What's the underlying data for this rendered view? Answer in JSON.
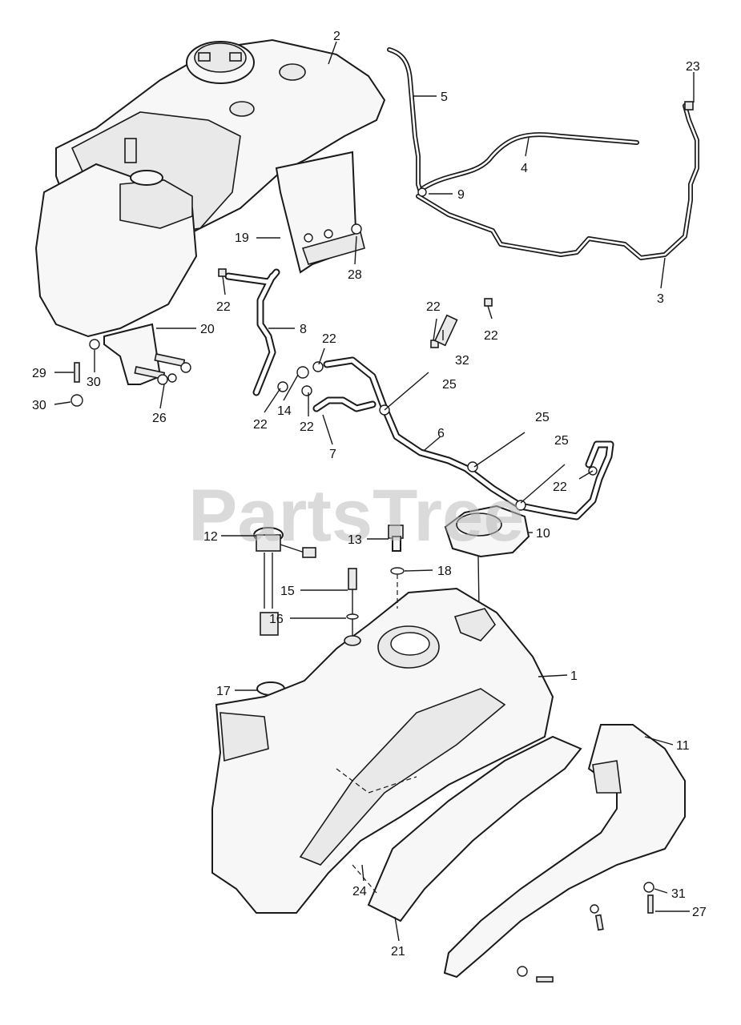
{
  "watermark": "PartsTree",
  "callouts": {
    "c1": "1",
    "c2": "2",
    "c3": "3",
    "c4": "4",
    "c5": "5",
    "c6": "6",
    "c7": "7",
    "c8": "8",
    "c9": "9",
    "c10": "10",
    "c11": "11",
    "c12": "12",
    "c13": "13",
    "c14": "14",
    "c15": "15",
    "c16": "16",
    "c17": "17",
    "c18": "18",
    "c19": "19",
    "c20": "20",
    "c21": "21",
    "c22a": "22",
    "c22b": "22",
    "c22c": "22",
    "c22d": "22",
    "c22e": "22",
    "c22f": "22",
    "c22g": "22",
    "c23": "23",
    "c24": "24",
    "c25a": "25",
    "c25b": "25",
    "c25c": "25",
    "c26": "26",
    "c27": "27",
    "c28": "28",
    "c29": "29",
    "c30a": "30",
    "c30b": "30",
    "c31": "31",
    "c32": "32"
  }
}
